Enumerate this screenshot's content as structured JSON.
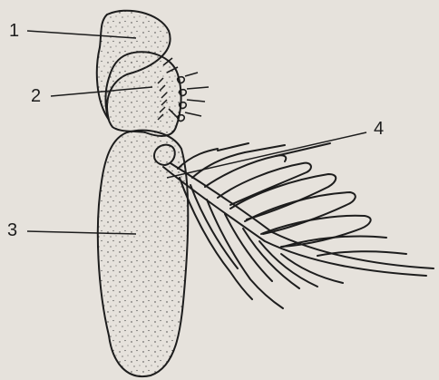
{
  "figure": {
    "labels": [
      {
        "number": "1"
      },
      {
        "number": "2"
      },
      {
        "number": "3"
      },
      {
        "number": "4"
      }
    ]
  },
  "colors": {
    "paper": "#e6e2dc",
    "ink": "#1d1d1d",
    "stipple": "#3a3a3a"
  }
}
